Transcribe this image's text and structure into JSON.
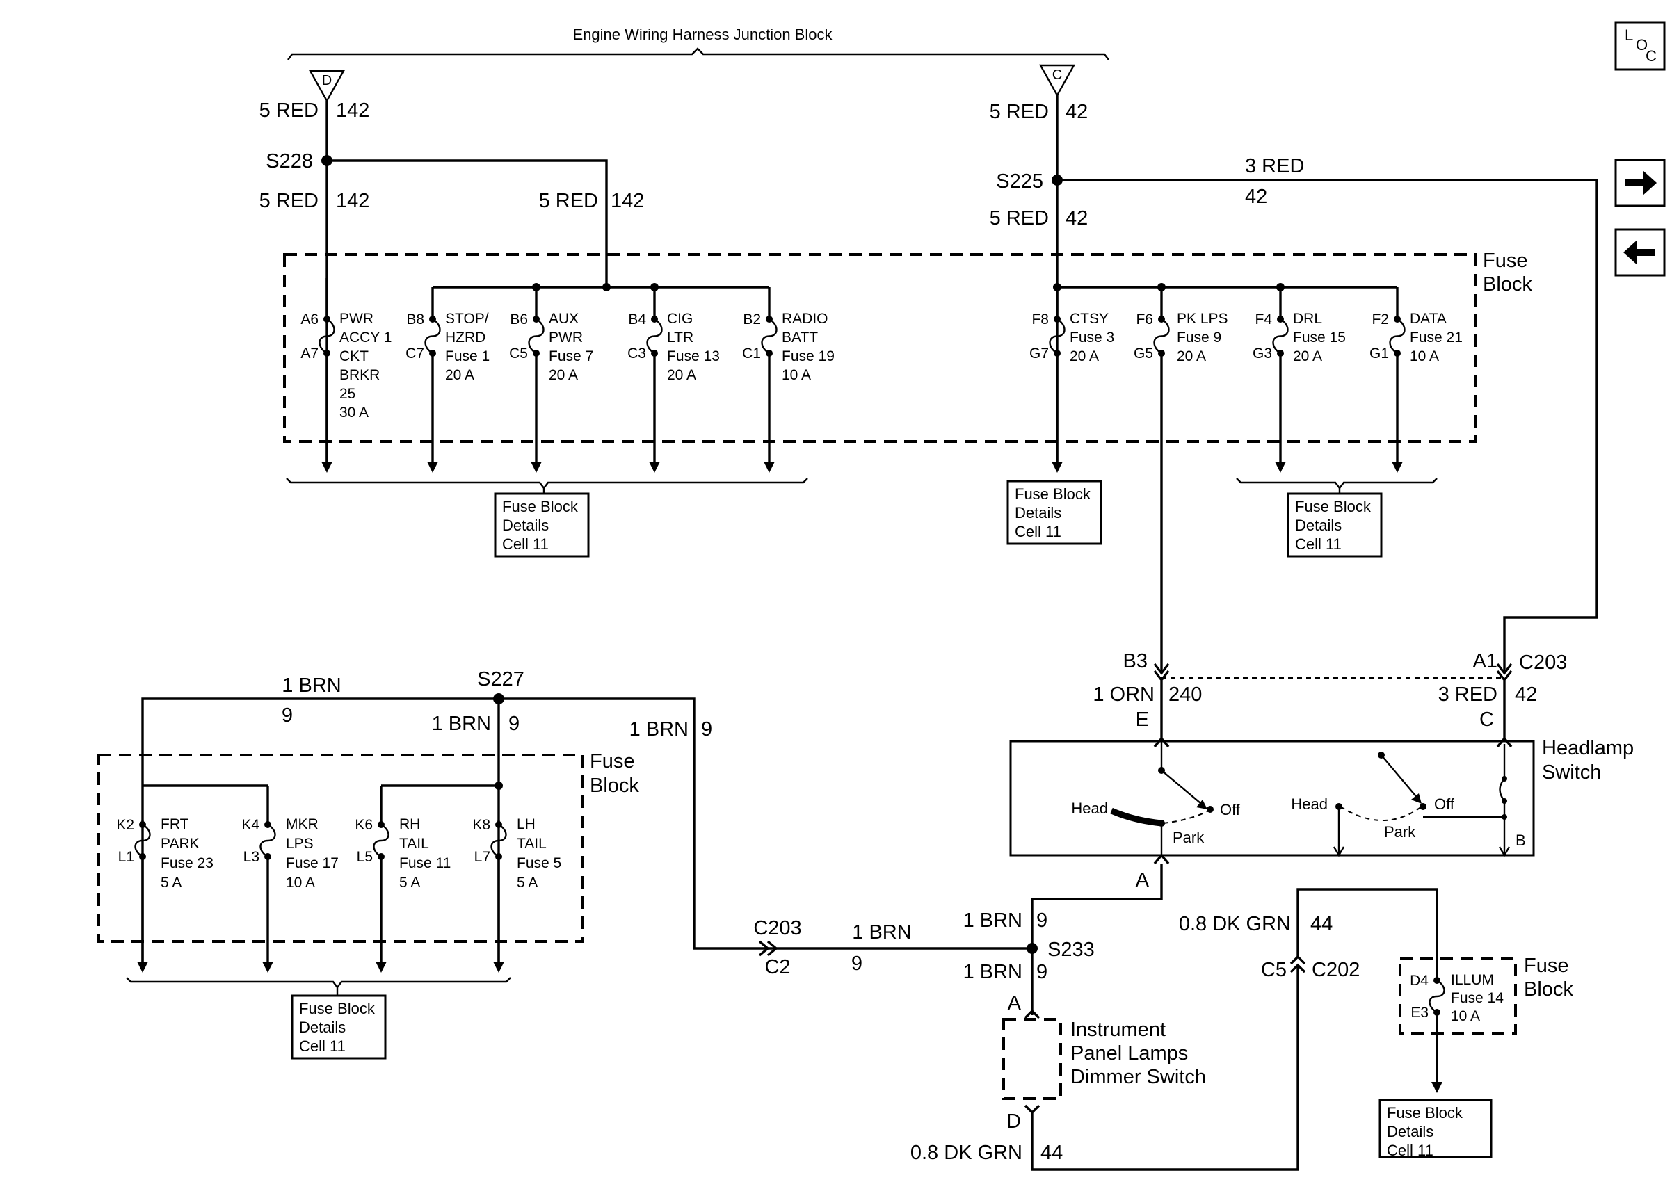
{
  "header": {
    "title": "Engine Wiring Harness Junction Block"
  },
  "nav": {
    "loc_label": "LOC",
    "next_icon": "arrow-right-icon",
    "prev_icon": "arrow-left-icon"
  },
  "connectors": {
    "D": "D",
    "C": "C",
    "c203": "C203",
    "c202": "C202",
    "c2": "C2",
    "c5": "C5",
    "a1": "A1",
    "b3": "B3",
    "pin_e": "E",
    "pin_c": "C",
    "pin_a": "A",
    "pin_b": "B",
    "pin_a2": "A",
    "pin_d": "D"
  },
  "wires": {
    "w_d_top": [
      "5 RED",
      "142"
    ],
    "w_d_below": [
      "5 RED",
      "142"
    ],
    "w_d_branch": [
      "5 RED",
      "142"
    ],
    "w_c_top": [
      "5 RED",
      "42"
    ],
    "w_c_below": [
      "5 RED",
      "42"
    ],
    "w_c_branch": [
      "3 RED",
      "42"
    ],
    "w_orn": [
      "1 ORN",
      "240"
    ],
    "w_red_c": [
      "3 RED",
      "42"
    ],
    "w_brn_left": [
      "1 BRN",
      "9"
    ],
    "w_brn_mid": [
      "1 BRN",
      "9"
    ],
    "w_brn_right": [
      "1 BRN",
      "9"
    ],
    "w_brn_c203": [
      "1 BRN",
      "9"
    ],
    "w_brn_s233_top": [
      "1 BRN",
      "9"
    ],
    "w_brn_s233_below": [
      "1 BRN",
      "9"
    ],
    "w_grn_top": [
      "0.8 DK GRN",
      "44"
    ],
    "w_grn_bottom": [
      "0.8 DK GRN",
      "44"
    ]
  },
  "splices": {
    "s228": "S228",
    "s225": "S225",
    "s227": "S227",
    "s233": "S233"
  },
  "fuse_block_label": [
    "Fuse",
    "Block"
  ],
  "upper_fuses": [
    {
      "in": "A6",
      "out": "A7",
      "lines": [
        "PWR",
        "ACCY 1",
        "CKT",
        "BRKR",
        "25",
        "30 A"
      ]
    },
    {
      "in": "B8",
      "out": "C7",
      "lines": [
        "STOP/",
        "HZRD",
        "Fuse 1",
        "20 A"
      ]
    },
    {
      "in": "B6",
      "out": "C5",
      "lines": [
        "AUX",
        "PWR",
        "Fuse 7",
        "20 A"
      ]
    },
    {
      "in": "B4",
      "out": "C3",
      "lines": [
        "CIG",
        "LTR",
        "Fuse 13",
        "20 A"
      ]
    },
    {
      "in": "B2",
      "out": "C1",
      "lines": [
        "RADIO",
        "BATT",
        "Fuse 19",
        "10 A"
      ]
    },
    {
      "in": "F8",
      "out": "G7",
      "lines": [
        "CTSY",
        "Fuse 3",
        "20 A"
      ]
    },
    {
      "in": "F6",
      "out": "G5",
      "lines": [
        "PK LPS",
        "Fuse 9",
        "20 A"
      ]
    },
    {
      "in": "F4",
      "out": "G3",
      "lines": [
        "DRL",
        "Fuse 15",
        "20 A"
      ]
    },
    {
      "in": "F2",
      "out": "G1",
      "lines": [
        "DATA",
        "Fuse 21",
        "10 A"
      ]
    }
  ],
  "lower_fuses": [
    {
      "in": "K2",
      "out": "L1",
      "lines": [
        "FRT",
        "PARK",
        "Fuse 23",
        "5 A"
      ]
    },
    {
      "in": "K4",
      "out": "L3",
      "lines": [
        "MKR",
        "LPS",
        "Fuse 17",
        "10 A"
      ]
    },
    {
      "in": "K6",
      "out": "L5",
      "lines": [
        "RH",
        "TAIL",
        "Fuse 11",
        "5 A"
      ]
    },
    {
      "in": "K8",
      "out": "L7",
      "lines": [
        "LH",
        "TAIL",
        "Fuse 5",
        "5 A"
      ]
    }
  ],
  "illum_fuse": {
    "in": "D4",
    "out": "E3",
    "lines": [
      "ILLUM",
      "Fuse 14",
      "10 A"
    ]
  },
  "ref_box": [
    "Fuse Block",
    "Details",
    "Cell 11"
  ],
  "headlamp": {
    "label": [
      "Headlamp",
      "Switch"
    ],
    "head": "Head",
    "off": "Off",
    "park": "Park"
  },
  "dimmer": {
    "label": [
      "Instrument",
      "Panel Lamps",
      "Dimmer Switch"
    ]
  }
}
